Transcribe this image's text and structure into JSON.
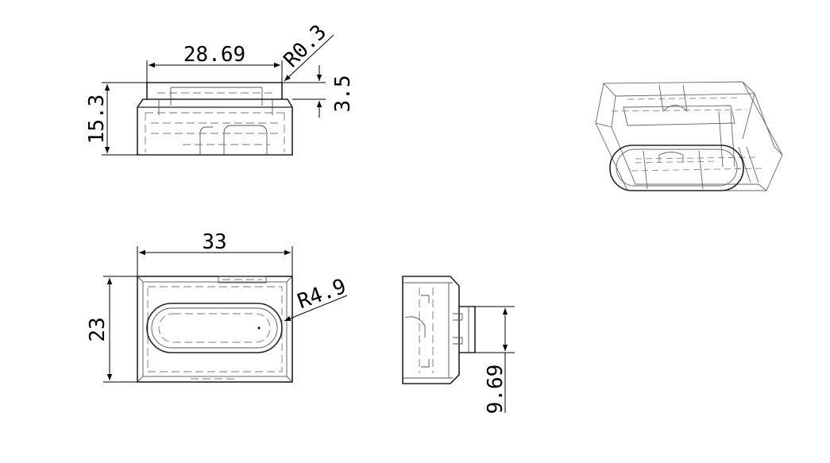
{
  "dimensions": {
    "top_width": "28.69",
    "top_radius": "R0.3",
    "top_step": "3.5",
    "top_height": "15.3",
    "plan_width": "33",
    "plan_height": "23",
    "slot_radius": "R4.9",
    "side_tab": "9.69"
  },
  "colors": {
    "line": "#000000",
    "hidden_line": "#777777",
    "background": "#ffffff"
  }
}
